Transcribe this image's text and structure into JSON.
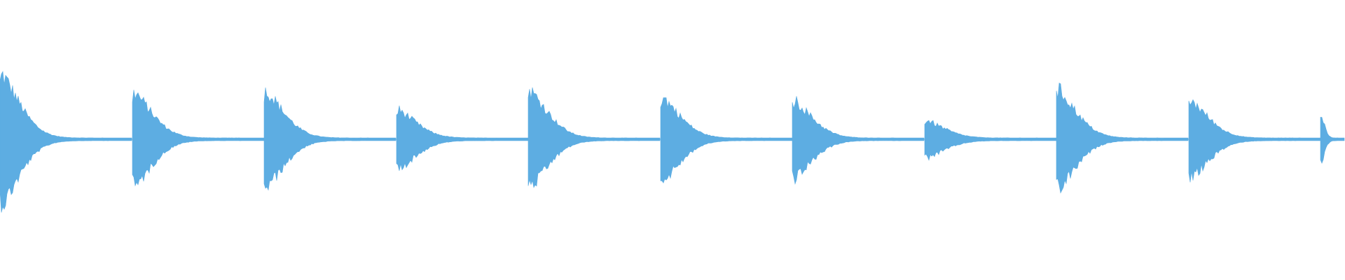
{
  "waveform": {
    "color": "#5dade2",
    "baseline_color": "#5dade2",
    "background": "#ffffff",
    "onsets": [
      0,
      0.0982,
      0.1964,
      0.2946,
      0.3928,
      0.491,
      0.5892,
      0.6874,
      0.7856,
      0.8838,
      0.982
    ],
    "peak_amplitudes": [
      0.47,
      0.34,
      0.35,
      0.21,
      0.35,
      0.3,
      0.28,
      0.13,
      0.36,
      0.28,
      0.19
    ],
    "decay_rate": 9,
    "sustain_floor": 0.01
  }
}
